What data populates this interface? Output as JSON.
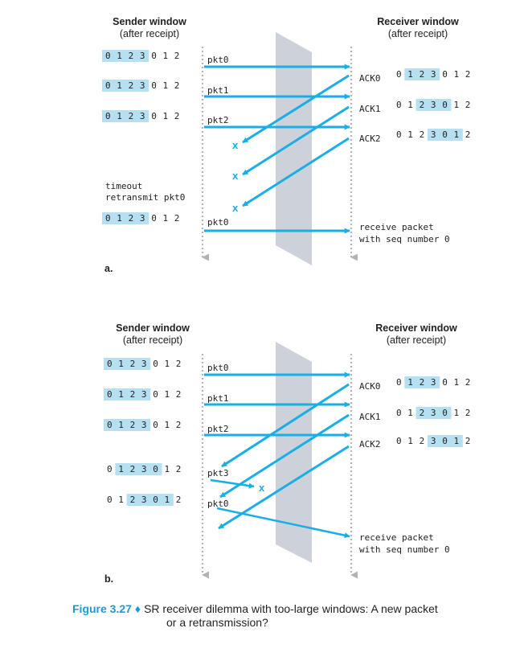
{
  "colors": {
    "arrow": "#19aee6",
    "window_highlight": "#b5e0f2",
    "lossy_channel": "#c7ccd6",
    "timeline": "#b3b3b3",
    "figure_accent": "#1a9ad6"
  },
  "sequence_digits": [
    "0",
    "1",
    "2",
    "3",
    "0",
    "1",
    "2"
  ],
  "panel_a": {
    "label": "a.",
    "sender_heading": [
      "Sender window",
      "(after receipt)"
    ],
    "receiver_heading": [
      "Receiver window",
      "(after receipt)"
    ],
    "sender_rows": [
      {
        "window_start": 0,
        "packet": "pkt0"
      },
      {
        "window_start": 0,
        "packet": "pkt1"
      },
      {
        "window_start": 0,
        "packet": "pkt2"
      },
      {
        "window_start": 0,
        "packet": "pkt0"
      }
    ],
    "timeout_text": [
      "timeout",
      "retransmit pkt0"
    ],
    "receiver_rows": [
      {
        "ack": "ACK0",
        "window_start": 1
      },
      {
        "ack": "ACK1",
        "window_start": 2
      },
      {
        "ack": "ACK2",
        "window_start": 3
      }
    ],
    "lost_marker": "x",
    "receive_text": [
      "receive packet",
      "with seq number 0"
    ]
  },
  "panel_b": {
    "label": "b.",
    "sender_heading": [
      "Sender window",
      "(after receipt)"
    ],
    "receiver_heading": [
      "Receiver window",
      "(after receipt)"
    ],
    "sender_rows": [
      {
        "window_start": 0,
        "packet": "pkt0"
      },
      {
        "window_start": 0,
        "packet": "pkt1"
      },
      {
        "window_start": 0,
        "packet": "pkt2"
      },
      {
        "window_start": 1,
        "packet": "pkt3"
      },
      {
        "window_start": 2,
        "packet": "pkt0"
      }
    ],
    "receiver_rows": [
      {
        "ack": "ACK0",
        "window_start": 1
      },
      {
        "ack": "ACK1",
        "window_start": 2
      },
      {
        "ack": "ACK2",
        "window_start": 3
      }
    ],
    "lost_marker": "x",
    "receive_text": [
      "receive packet",
      "with seq number 0"
    ]
  },
  "caption": {
    "figure_number": "Figure 3.27",
    "separator": "♦",
    "line1": "SR receiver dilemma with too-large windows: A new packet",
    "line2": "or a retransmission?"
  }
}
